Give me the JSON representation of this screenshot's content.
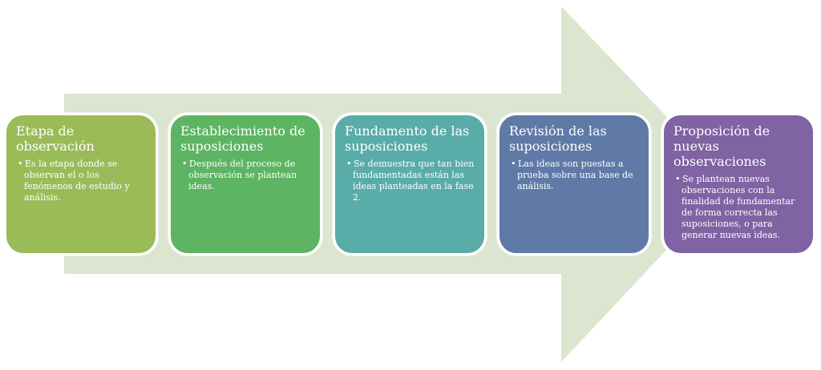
{
  "colors": {
    "arrow": "#dce5cf",
    "step1": "#9bbb59",
    "step2": "#5db462",
    "step3": "#59aca8",
    "step4": "#5f7aa6",
    "step5": "#7f63a2"
  },
  "steps": [
    {
      "title": "Etapa de observación",
      "text": "Es la etapa donde se observan el o los fenómenos de estudio y análisis."
    },
    {
      "title": "Establecimiento de suposiciones",
      "text": "Después del proceso de observación se plantean ideas."
    },
    {
      "title": "Fundamento de las suposiciones",
      "text": "Se demuestra que tan bien fundamentadas están las ideas planteadas en la fase 2."
    },
    {
      "title": "Revisión de las suposiciones",
      "text": "Las ideas son puestas a prueba sobre una base de análisis."
    },
    {
      "title": "Proposición de nuevas observaciones",
      "text": "Se plantean nuevas observaciones con la finalidad de fundamentar de forma correcta las suposiciones, o para generar nuevas ideas."
    }
  ]
}
